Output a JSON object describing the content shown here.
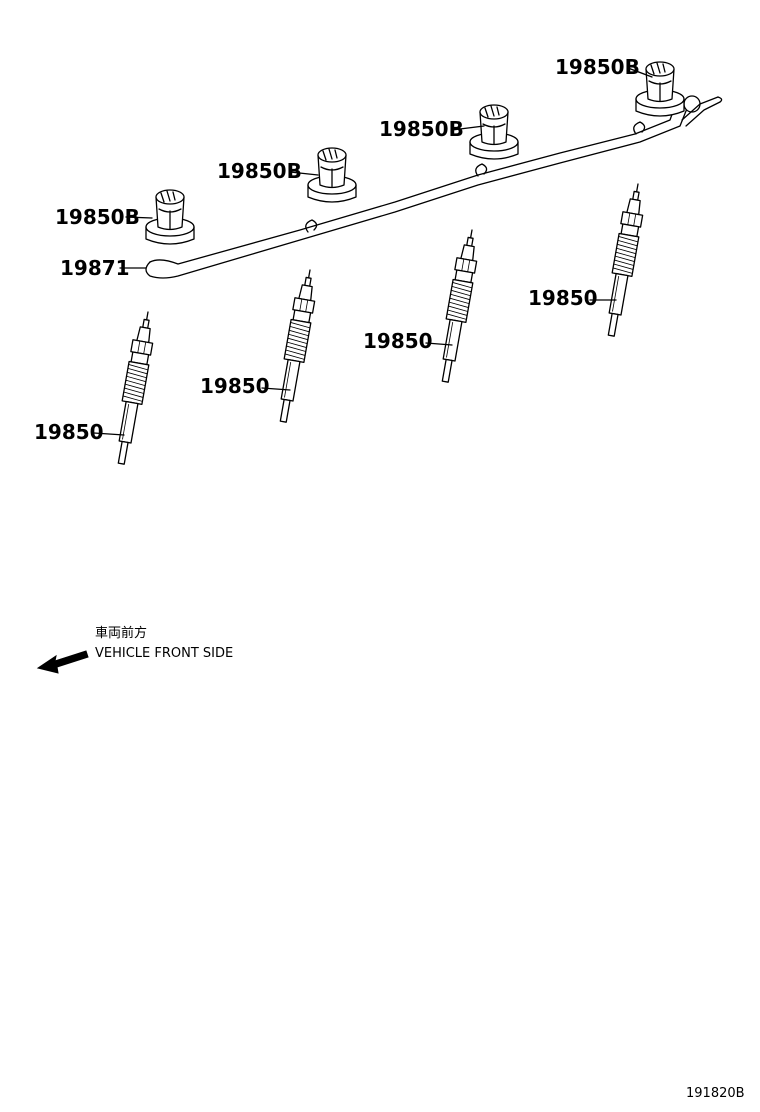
{
  "parts": {
    "caps": [
      "19850B",
      "19850B",
      "19850B",
      "19850B"
    ],
    "harness": "19871",
    "plugs": [
      "19850",
      "19850",
      "19850",
      "19850"
    ]
  },
  "orientation": {
    "label_jp": "車両前方",
    "label_en": "VEHICLE FRONT SIDE"
  },
  "figure_code": "191820B"
}
